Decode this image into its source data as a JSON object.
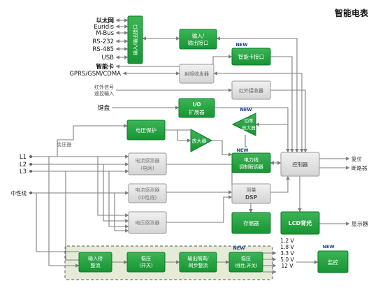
{
  "title": "智能电表",
  "inputs": {
    "ethernet": "以太网",
    "euridis": "Euridis",
    "mbus": "M-Bus",
    "rs232": "RS-232",
    "rs485": "RS-485",
    "usb": "USB",
    "smartcard": "智能卡",
    "gprs": "GPRS/GSM/CDMA",
    "ir_signal_line1": "红外信号",
    "ir_signal_line2": "遥控输入",
    "keyboard": "键盘",
    "transformer": "变压器",
    "l1": "L1",
    "l2": "L2",
    "l3": "L3",
    "neutral": "中性线"
  },
  "blocks": {
    "io_port_vertical": "输入/输出接口",
    "io_port_line1": "输入/",
    "io_port_line2": "输出接口",
    "smartcard_if": "智能卡接口",
    "rf_transceiver": "射频收发器",
    "ir_transceiver": "红外接收器",
    "io_expander_line1": "I/O",
    "io_expander_line2": "扩展器",
    "power_amp_line1": "功率",
    "power_amp_line2": "放大器",
    "voltage_protect": "电压保护",
    "amplifier": "放大器",
    "plc_line1": "电力线",
    "plc_line2": "调制解调器",
    "controller": "控制器",
    "cur_sensor_grid_line1": "电流感测器",
    "cur_sensor_grid_line2": "(电网)",
    "cur_sensor_neutral_line1": "电流感测器",
    "cur_sensor_neutral_line2": "(中性线)",
    "volt_sensor": "电压感测器",
    "measure_dsp_line1": "测量",
    "measure_dsp_line2": "DSP",
    "memory": "存储器",
    "lcd_backlight": "LCD背光",
    "rect_line1": "输入桥",
    "rect_line2": "整流",
    "regulator_line1": "稳压",
    "regulator_line2": "(开关)",
    "isolation_line1": "输出隔离/",
    "isolation_line2": "同步整流",
    "ldo_line1": "稳压",
    "ldo_line2": "(线性,开关)",
    "supervisor": "监控"
  },
  "outputs": {
    "reset": "复位",
    "breaker": "断路器",
    "display": "显示器"
  },
  "rails": [
    "1.2 V",
    "1.8 V",
    "3.3 V",
    "5.0 V",
    "12 V"
  ],
  "badges": {
    "new": "NEW"
  },
  "colors": {
    "green": "#1fa03a",
    "green_border": "#0c7a26",
    "gray_fill": "#e2e2e2",
    "gray_border": "#9a9a9a",
    "power_bg": "#e6ebd8",
    "new_text": "#1a3f9c",
    "line": "#7d7d7d"
  }
}
